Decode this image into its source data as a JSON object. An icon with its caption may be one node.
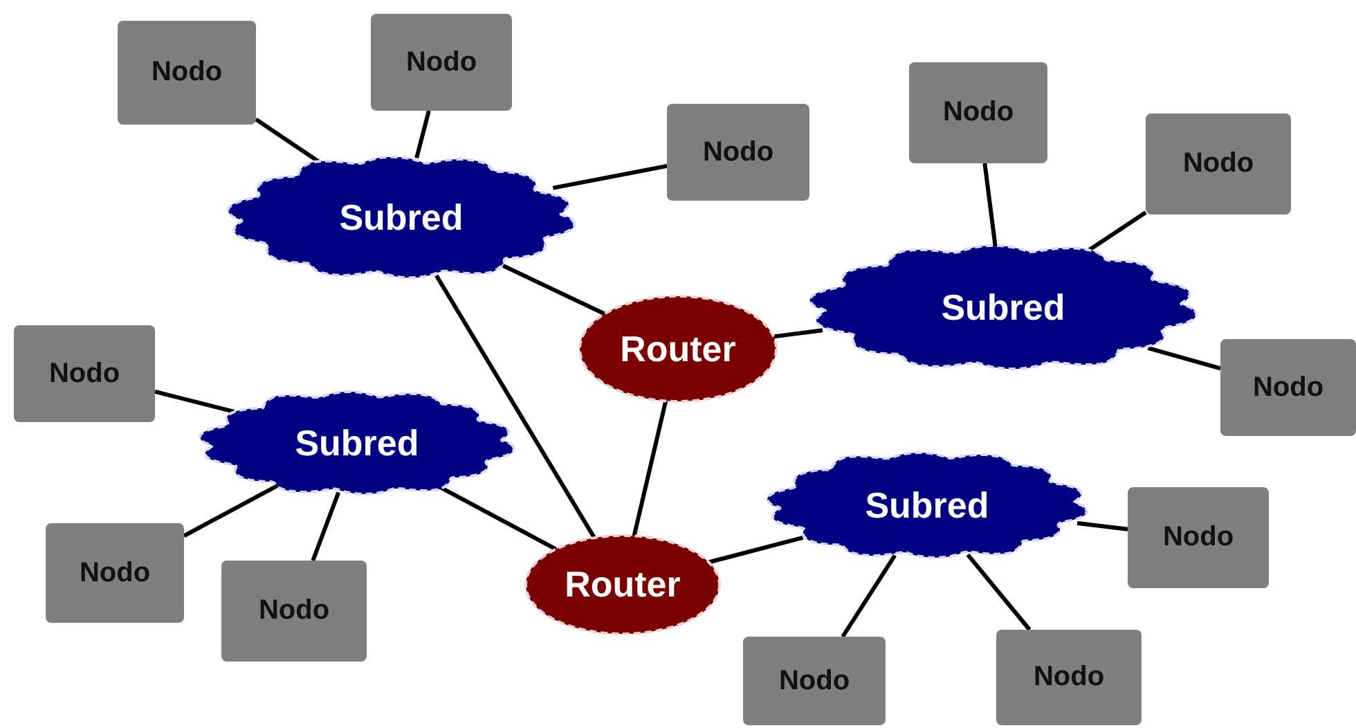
{
  "diagram": {
    "nodes": [
      {
        "text": [
          "Nodo"
        ]
      },
      {
        "text": [
          "Nodo"
        ]
      },
      {
        "text": [
          "Nodo"
        ]
      },
      {
        "text": [
          "Nodo"
        ]
      },
      {
        "text": [
          "Nodo"
        ]
      },
      {
        "text": [
          "Subred"
        ]
      },
      {
        "text": [
          "Subred"
        ]
      },
      {
        "text": [
          "Router"
        ]
      },
      {
        "text": [
          "Nodo"
        ]
      },
      {
        "text": [
          "Nodo"
        ]
      },
      {
        "text": [
          "Subred"
        ]
      },
      {
        "text": [
          "Subred"
        ]
      },
      {
        "text": [
          "Nodo"
        ]
      },
      {
        "text": [
          "Nodo"
        ]
      },
      {
        "text": [
          "Router"
        ]
      },
      {
        "text": [
          "Nodo"
        ]
      },
      {
        "text": [
          "Nodo"
        ]
      },
      {
        "text": [
          "Nodo"
        ]
      }
    ],
    "edges": [
      {
        "from": 0,
        "to": 5,
        "arrow": "none"
      },
      {
        "from": 1,
        "to": 5,
        "arrow": "none"
      },
      {
        "from": 5,
        "to": 3,
        "arrow": "none"
      },
      {
        "from": 5,
        "to": 7,
        "arrow": "none"
      },
      {
        "from": 5,
        "to": 14,
        "arrow": "none"
      },
      {
        "from": 7,
        "to": 6,
        "arrow": "none"
      },
      {
        "from": 2,
        "to": 6,
        "arrow": "none"
      },
      {
        "from": 4,
        "to": 6,
        "arrow": "none"
      },
      {
        "from": 6,
        "to": 9,
        "arrow": "none"
      },
      {
        "from": 8,
        "to": 10,
        "arrow": "none"
      },
      {
        "from": 10,
        "to": 13,
        "arrow": "none"
      },
      {
        "from": 10,
        "to": 15,
        "arrow": "none"
      },
      {
        "from": 10,
        "to": 14,
        "arrow": "none"
      },
      {
        "from": 7,
        "to": 14,
        "arrow": "none"
      },
      {
        "from": 14,
        "to": 11,
        "arrow": "none"
      },
      {
        "from": 11,
        "to": 12,
        "arrow": "none"
      },
      {
        "from": 11,
        "to": 16,
        "arrow": "none"
      },
      {
        "from": 11,
        "to": 17,
        "arrow": "none"
      }
    ]
  }
}
